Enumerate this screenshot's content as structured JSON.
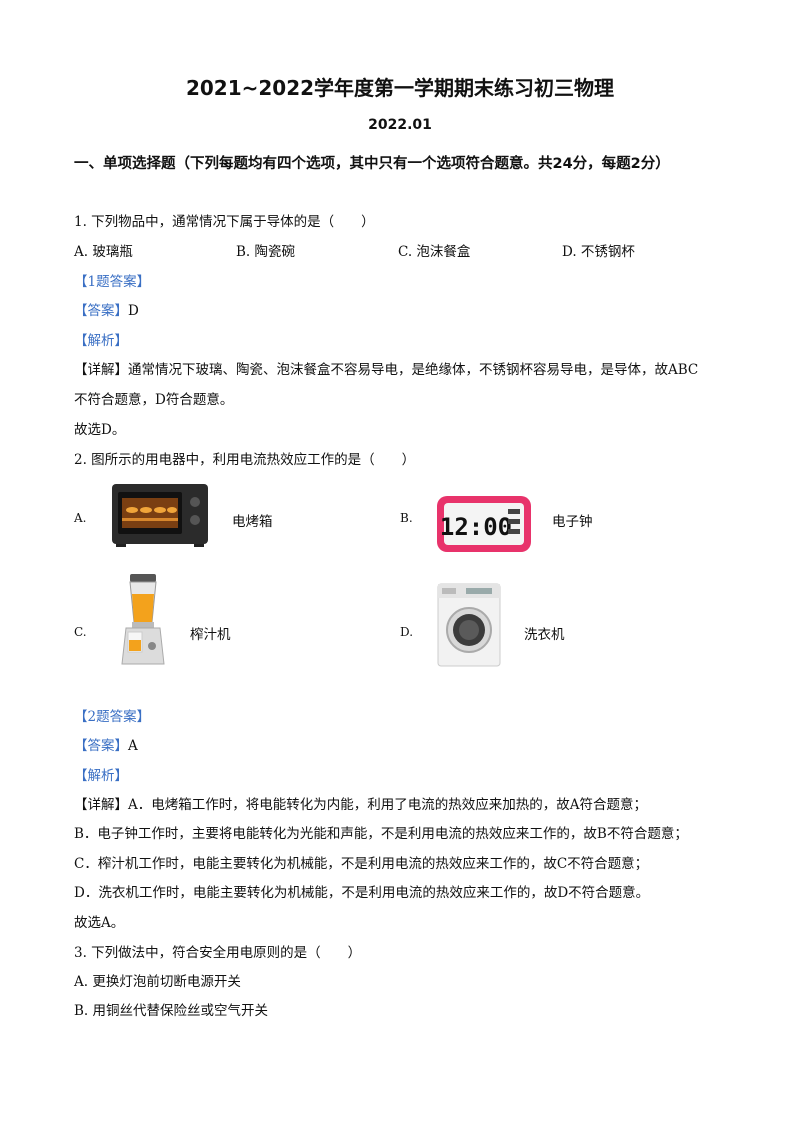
{
  "doc": {
    "title": "2021~2022学年度第一学期期末练习初三物理",
    "date": "2022.01",
    "section": "一、单项选择题（下列每题均有四个选项，其中只有一个选项符合题意。共24分，每题2分）"
  },
  "q1": {
    "stem": "1. 下列物品中，通常情况下属于导体的是（　　）",
    "options": [
      "A. 玻璃瓶",
      "B. 陶瓷碗",
      "C. 泡沫餐盒",
      "D. 不锈钢杯"
    ],
    "answer_header": "【1题答案】",
    "answer": "【答案】D",
    "analysis_header": "【解析】",
    "detail_1": "【详解】通常情况下玻璃、陶瓷、泡沫餐盒不容易导电，是绝缘体，不锈钢杯容易导电，是导体，故ABC",
    "detail_2": "不符合题意，D符合题意。",
    "conclusion": "故选D。"
  },
  "q2": {
    "stem": "2. 图所示的用电器中，利用电流热效应工作的是（　　）",
    "options": [
      {
        "letter": "A.",
        "label": "电烤箱",
        "icon": "oven-icon"
      },
      {
        "letter": "B.",
        "label": "电子钟",
        "icon": "clock-icon"
      },
      {
        "letter": "C.",
        "label": "榨汁机",
        "icon": "juicer-icon"
      },
      {
        "letter": "D.",
        "label": "洗衣机",
        "icon": "washer-icon"
      }
    ],
    "clock_display": "12:00",
    "answer_header": "【2题答案】",
    "answer": "【答案】A",
    "analysis_header": "【解析】",
    "detail_1": "【详解】A．电烤箱工作时，将电能转化为内能，利用了电流的热效应来加热的，故A符合题意；",
    "detail_2": "B．电子钟工作时，主要将电能转化为光能和声能，不是利用电流的热效应来工作的，故B不符合题意；",
    "detail_3": "C．榨汁机工作时，电能主要转化为机械能，不是利用电流的热效应来工作的，故C不符合题意；",
    "detail_4": "D．洗衣机工作时，电能主要转化为机械能，不是利用电流的热效应来工作的，故D不符合题意。",
    "conclusion": "故选A。"
  },
  "q3": {
    "stem": "3. 下列做法中，符合安全用电原则的是（　　）",
    "option_a": "A. 更换灯泡前切断电源开关",
    "option_b": "B. 用铜丝代替保险丝或空气开关"
  },
  "colors": {
    "accent_blue": "#3a6fc4",
    "clock_pink": "#e8336b"
  }
}
